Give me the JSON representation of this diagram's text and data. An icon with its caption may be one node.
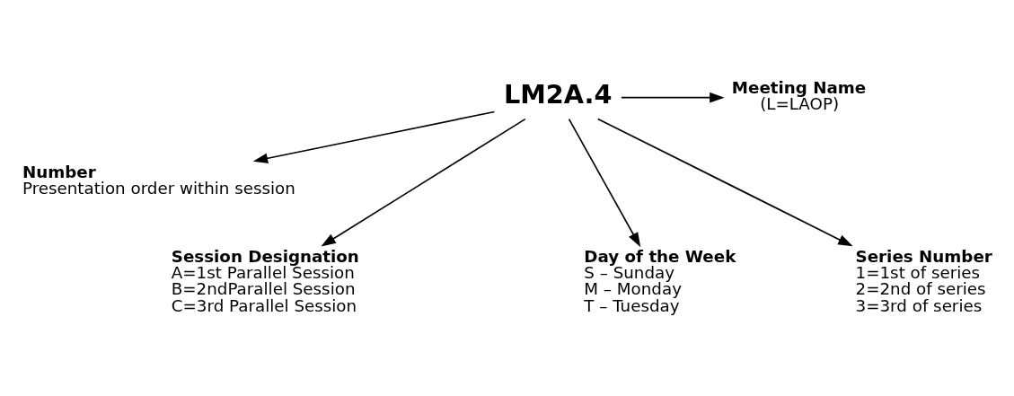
{
  "diagram": {
    "nodes": [
      {
        "text": [
          "LM2A.4"
        ]
      },
      {
        "text": [
          "Meeting Name",
          "(L=LAOP)"
        ]
      },
      {
        "text": [
          "Number",
          "Presentation order within session"
        ]
      },
      {
        "text": [
          "Day of the Week",
          "S – Sunday",
          "M – Monday",
          "T – Tuesday"
        ]
      },
      {
        "text": [
          "Series Number",
          "1=1st of series",
          "2=2nd of series",
          "3=3rd of series"
        ]
      },
      {
        "text": [
          "Session Designation",
          "A=1st Parallel Session",
          "B=2ndParallel Session",
          "C=3rd Parallel Session"
        ]
      }
    ],
    "edges": [
      {
        "from": 0,
        "to": 1,
        "arrow": "to"
      },
      {
        "from": 0,
        "to": 3,
        "arrow": "to"
      },
      {
        "from": 0,
        "to": 4,
        "arrow": "to"
      },
      {
        "from": 0,
        "to": 5,
        "arrow": "to"
      },
      {
        "from": 0,
        "to": 2,
        "arrow": "to"
      }
    ]
  }
}
